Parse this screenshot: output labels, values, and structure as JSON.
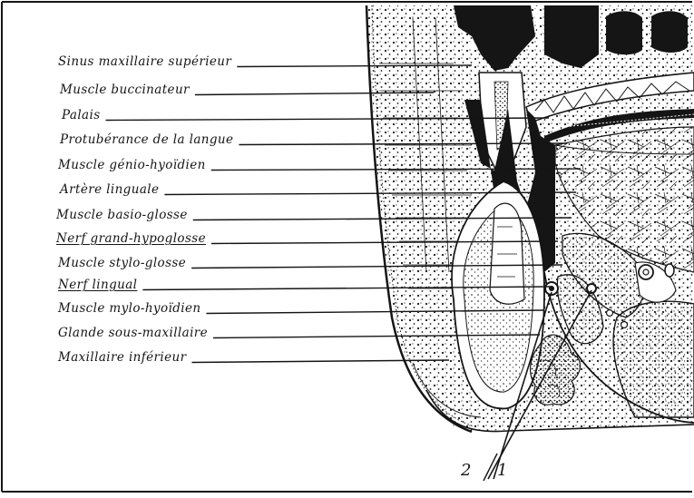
{
  "labels": [
    {
      "id": "sinus-maxillaire",
      "text": "Sinus maxillaire supérieur",
      "underline": false
    },
    {
      "id": "muscle-buccinateur",
      "text": "Muscle buccinateur",
      "underline": false
    },
    {
      "id": "palais",
      "text": "Palais",
      "underline": false
    },
    {
      "id": "protuberance-langue",
      "text": "Protubérance de la langue",
      "underline": false
    },
    {
      "id": "muscle-genio-hyoidien",
      "text": "Muscle génio-hyoïdien",
      "underline": false
    },
    {
      "id": "artere-linguale",
      "text": "Artère linguale",
      "underline": false
    },
    {
      "id": "muscle-basio-glosse",
      "text": "Muscle basio-glosse",
      "underline": false
    },
    {
      "id": "nerf-grand-hypoglosse",
      "text": "Nerf grand-hypoglosse",
      "underline": true
    },
    {
      "id": "muscle-stylo-glosse",
      "text": "Muscle stylo-glosse",
      "underline": false
    },
    {
      "id": "nerf-lingual",
      "text": "Nerf lingual",
      "underline": true
    },
    {
      "id": "muscle-mylo-hyoidien",
      "text": "Muscle mylo-hyoïdien",
      "underline": false
    },
    {
      "id": "glande-sous-maxillaire",
      "text": "Glande sous-maxillaire",
      "underline": false
    },
    {
      "id": "maxillaire-inferieur",
      "text": "Maxillaire inférieur",
      "underline": false
    }
  ],
  "markers": {
    "one": "1",
    "two": "2"
  },
  "colors": {
    "ink": "#151515",
    "paper": "#ffffff"
  }
}
